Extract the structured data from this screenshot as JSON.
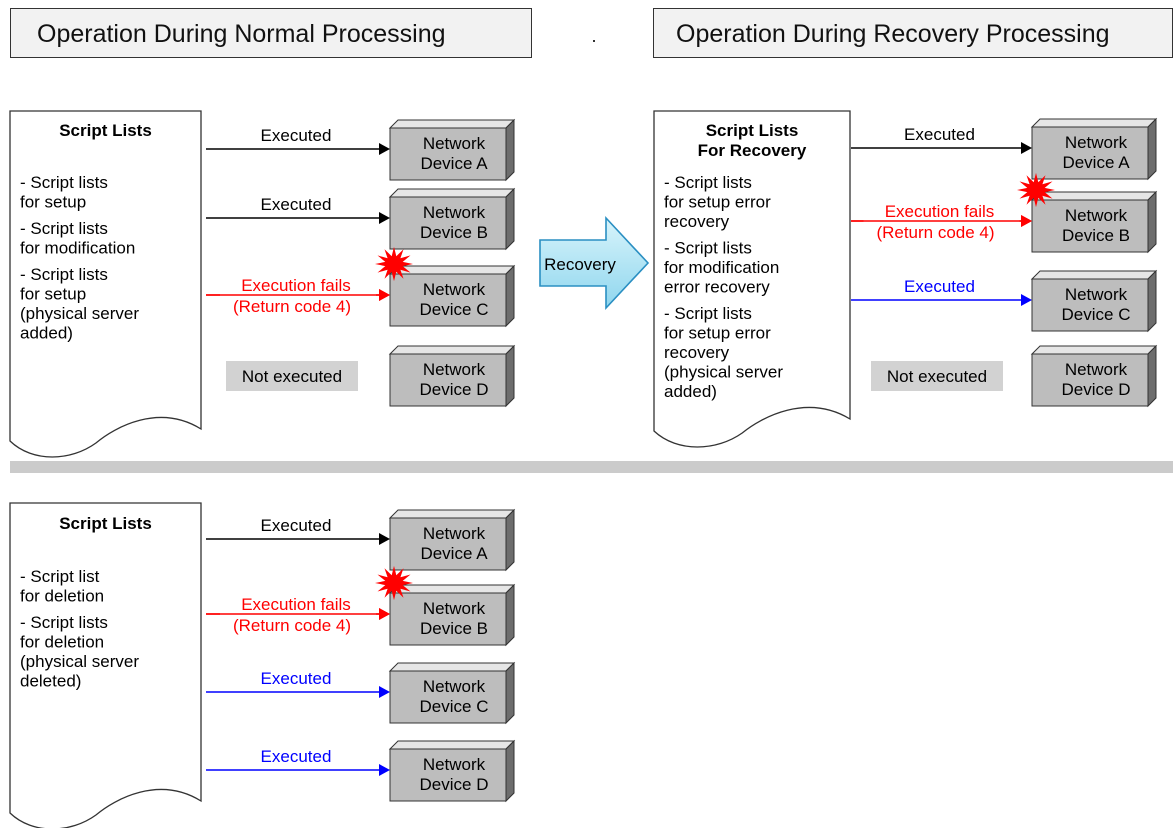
{
  "headers": {
    "normal": "Operation During Normal Processing",
    "recovery": "Operation During Recovery Processing"
  },
  "recovery_arrow_label": "Recovery",
  "panels": {
    "normal": {
      "title": [
        "Script Lists"
      ],
      "items": [
        [
          "- Script lists",
          "  for setup"
        ],
        [
          "- Script lists",
          "  for modification"
        ],
        [
          "- Script lists",
          "  for setup",
          "  (physical server",
          "  added)"
        ]
      ],
      "rows": [
        {
          "device": [
            "Network",
            "Device A"
          ],
          "status": "Executed",
          "status2": "",
          "color": "#000000"
        },
        {
          "device": [
            "Network",
            "Device B"
          ],
          "status": "Executed",
          "status2": "",
          "color": "#000000"
        },
        {
          "device": [
            "Network",
            "Device C"
          ],
          "status": "Execution fails",
          "status2": "(Return code 4)",
          "color": "#ff0000",
          "burst": true
        },
        {
          "device": [
            "Network",
            "Device D"
          ],
          "status": "Not executed",
          "status2": "",
          "color": "none"
        }
      ]
    },
    "recovery": {
      "title": [
        "Script Lists",
        "For Recovery"
      ],
      "items": [
        [
          "- Script lists",
          "  for setup error",
          "  recovery"
        ],
        [
          "- Script lists",
          "  for modification",
          "  error recovery"
        ],
        [
          "- Script lists",
          "  for setup error",
          "  recovery",
          "  (physical server",
          "  added)"
        ]
      ],
      "rows": [
        {
          "device": [
            "Network",
            "Device A"
          ],
          "status": "Executed",
          "status2": "",
          "color": "#000000"
        },
        {
          "device": [
            "Network",
            "Device B"
          ],
          "status": "Execution fails",
          "status2": "(Return code 4)",
          "color": "#ff0000",
          "burst": true
        },
        {
          "device": [
            "Network",
            "Device C"
          ],
          "status": "Executed",
          "status2": "",
          "color": "#0000ff"
        },
        {
          "device": [
            "Network",
            "Device D"
          ],
          "status": "Not executed",
          "status2": "",
          "color": "none"
        }
      ]
    },
    "deletion": {
      "title": [
        "Script Lists"
      ],
      "items": [
        [
          "- Script list",
          "  for deletion"
        ],
        [
          "- Script lists",
          "  for deletion",
          "  (physical server",
          "  deleted)"
        ]
      ],
      "rows": [
        {
          "device": [
            "Network",
            "Device A"
          ],
          "status": "Executed",
          "status2": "",
          "color": "#000000"
        },
        {
          "device": [
            "Network",
            "Device B"
          ],
          "status": "Execution fails",
          "status2": "(Return code 4)",
          "color": "#ff0000",
          "burst": true
        },
        {
          "device": [
            "Network",
            "Device C"
          ],
          "status": "Executed",
          "status2": "",
          "color": "#0000ff"
        },
        {
          "device": [
            "Network",
            "Device D"
          ],
          "status": "Executed",
          "status2": "",
          "color": "#0000ff"
        }
      ]
    }
  }
}
